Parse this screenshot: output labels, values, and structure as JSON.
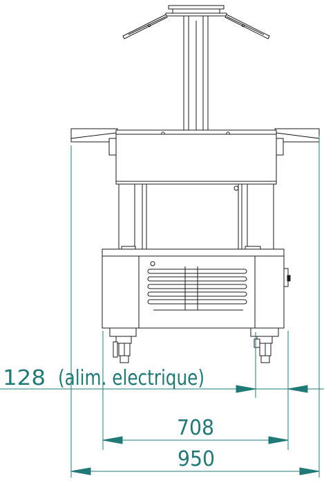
{
  "dimensions": {
    "cable": {
      "value": "128",
      "note": "(alim. electrique)"
    },
    "inner_width": {
      "value": "708"
    },
    "total_width": {
      "value": "950"
    }
  },
  "colors": {
    "dimension": "#1f7a77",
    "drawing": "#1a1a1a",
    "background": "#ffffff"
  }
}
